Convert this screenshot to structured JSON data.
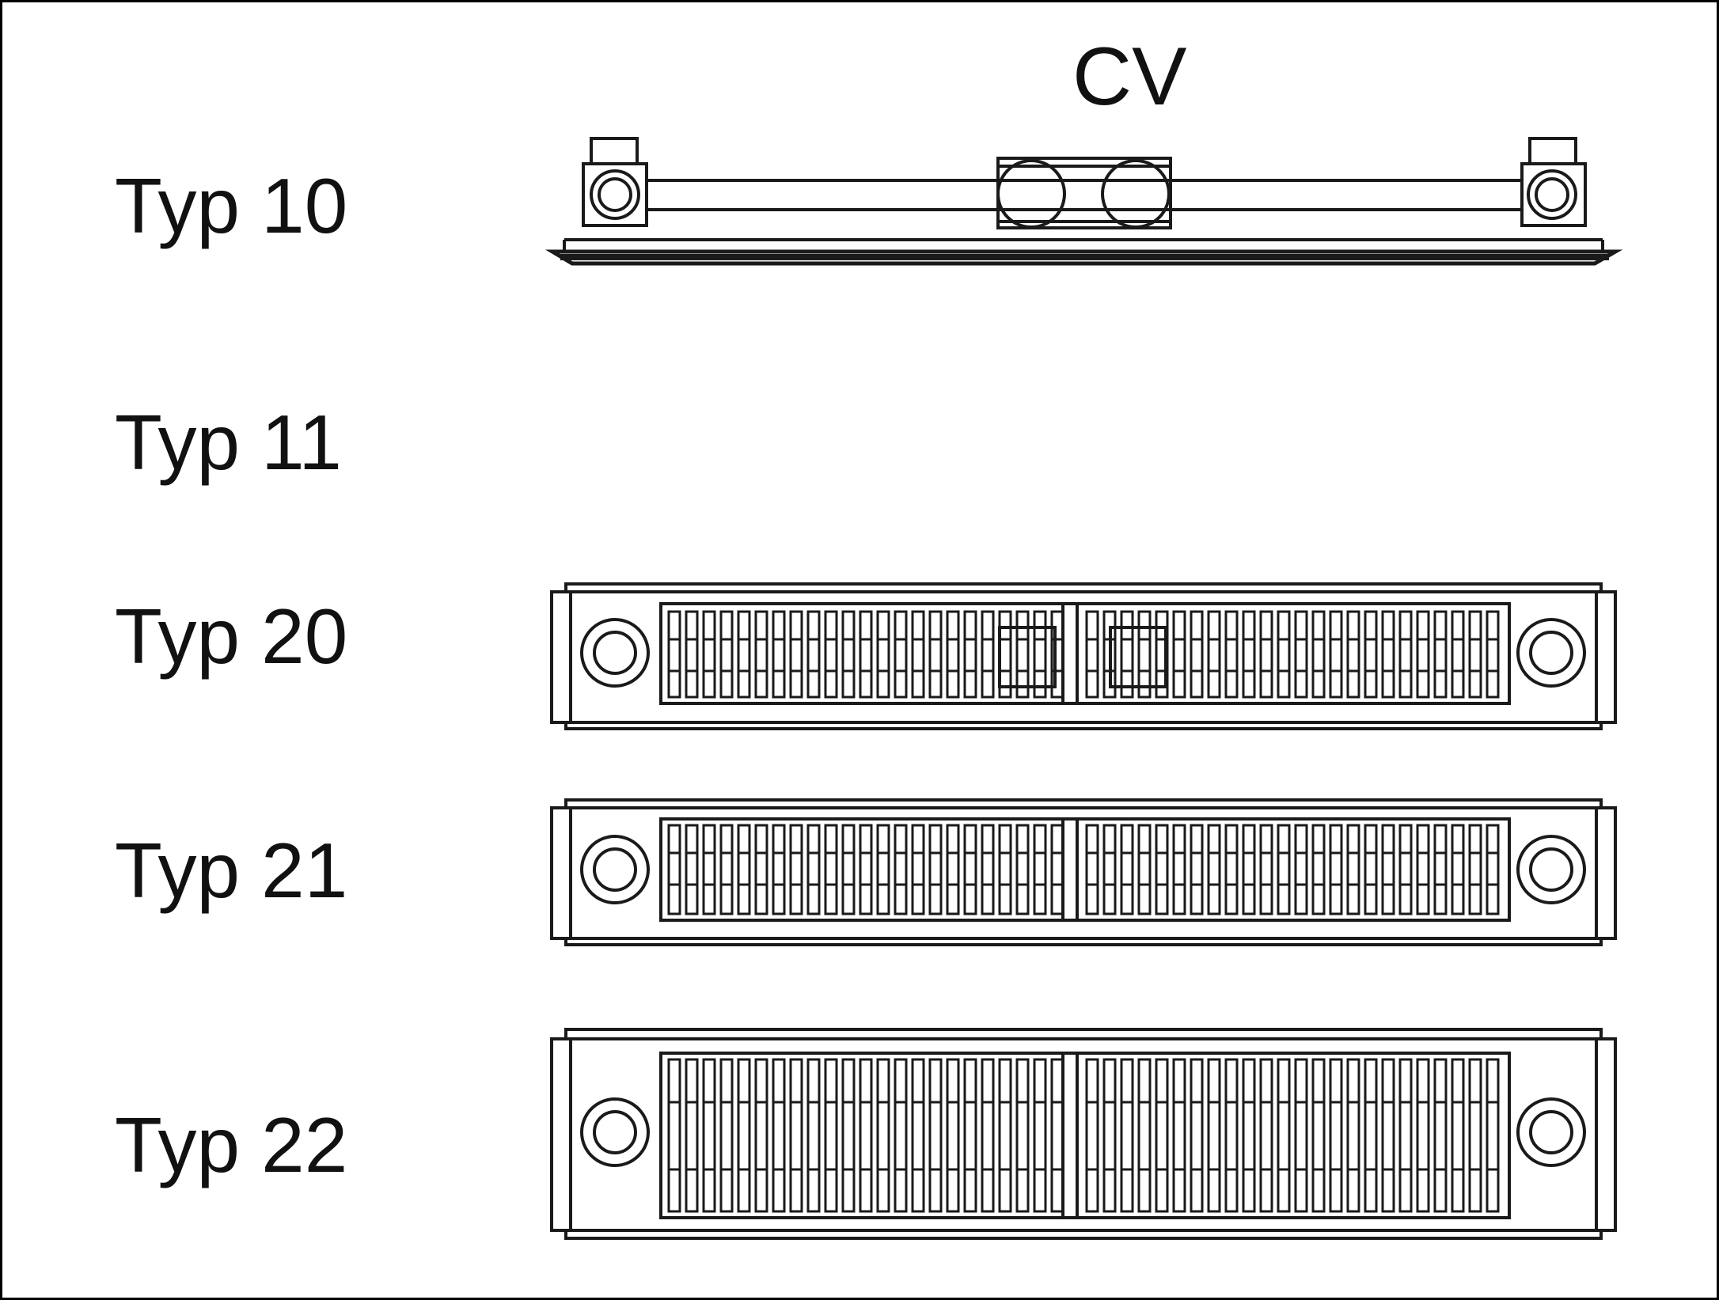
{
  "header": {
    "cv_label": "CV"
  },
  "types": [
    {
      "id": "typ10",
      "label": "Typ 10",
      "depicted": true
    },
    {
      "id": "typ11",
      "label": "Typ 11",
      "depicted": false
    },
    {
      "id": "typ20",
      "label": "Typ 20",
      "depicted": true
    },
    {
      "id": "typ21",
      "label": "Typ 21",
      "depicted": true
    },
    {
      "id": "typ22",
      "label": "Typ 22",
      "depicted": true
    }
  ],
  "colors": {
    "line": "#1a1a1a",
    "background": "#ffffff",
    "frame": "#000000"
  }
}
